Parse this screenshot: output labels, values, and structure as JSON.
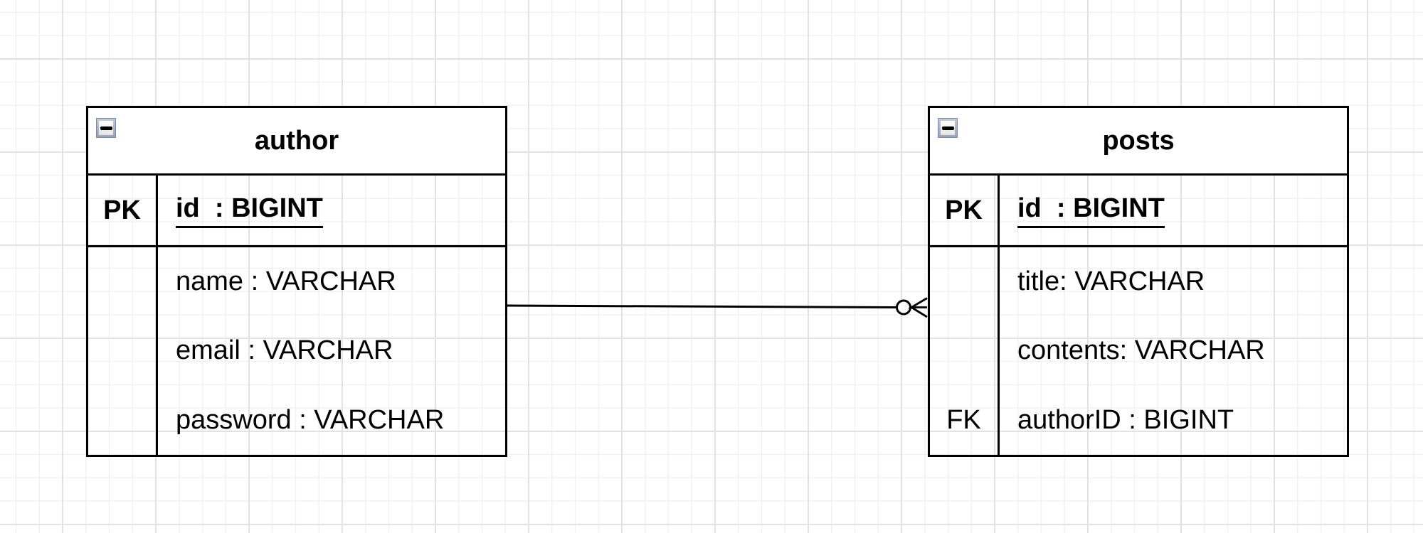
{
  "canvas": {
    "kind": "er-diagram-grid-canvas"
  },
  "colors": {
    "table_border": "#000000",
    "table_header_fill": "#ffffff",
    "text": "#000000",
    "grid_minor": "#f1f1f1",
    "grid_major": "#e2e2e2",
    "collapse_frame": "#97a3ba"
  },
  "tables": [
    {
      "name": "author",
      "collapse_icon": "minus-icon",
      "rows": [
        {
          "key": "PK",
          "field": "id  : BIGINT",
          "primary": true
        },
        {
          "key": "",
          "field": "name : VARCHAR"
        },
        {
          "key": "",
          "field": "email : VARCHAR"
        },
        {
          "key": "",
          "field": "password : VARCHAR"
        }
      ]
    },
    {
      "name": "posts",
      "collapse_icon": "minus-icon",
      "rows": [
        {
          "key": "PK",
          "field": "id  : BIGINT",
          "primary": true
        },
        {
          "key": "",
          "field": "title: VARCHAR"
        },
        {
          "key": "",
          "field": "contents: VARCHAR"
        },
        {
          "key": "FK",
          "field": "authorID : BIGINT"
        }
      ]
    }
  ],
  "relationship": {
    "source_table": "author",
    "target_table": "posts",
    "target_cardinality": "zero-or-many",
    "notation": "crows-foot",
    "symbols": [
      "circle",
      "crow-foot"
    ]
  }
}
